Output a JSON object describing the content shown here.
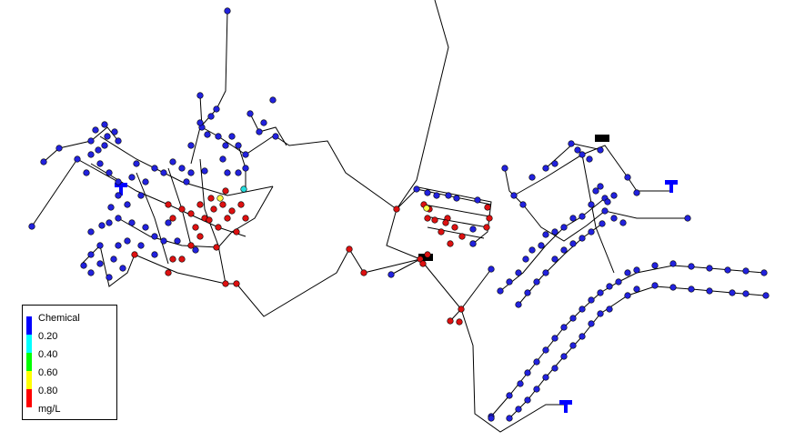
{
  "legend": {
    "title": "Chemical",
    "ticks": [
      "0.20",
      "0.40",
      "0.60",
      "0.80"
    ],
    "unit": "mg/L",
    "colors": {
      "band_1": "#0000ff",
      "band_2": "#00ffff",
      "band_3": "#00ff00",
      "band_4": "#ffff00",
      "band_5": "#ff0000"
    }
  },
  "map_colors": {
    "pipe": "#000000",
    "node_low": "#2222dd",
    "node_high": "#dd1111",
    "node_mid_cyan": "#22dddd",
    "node_mid_yellow": "#ffff44",
    "tank": "#0000ff",
    "pump": "#000000"
  }
}
